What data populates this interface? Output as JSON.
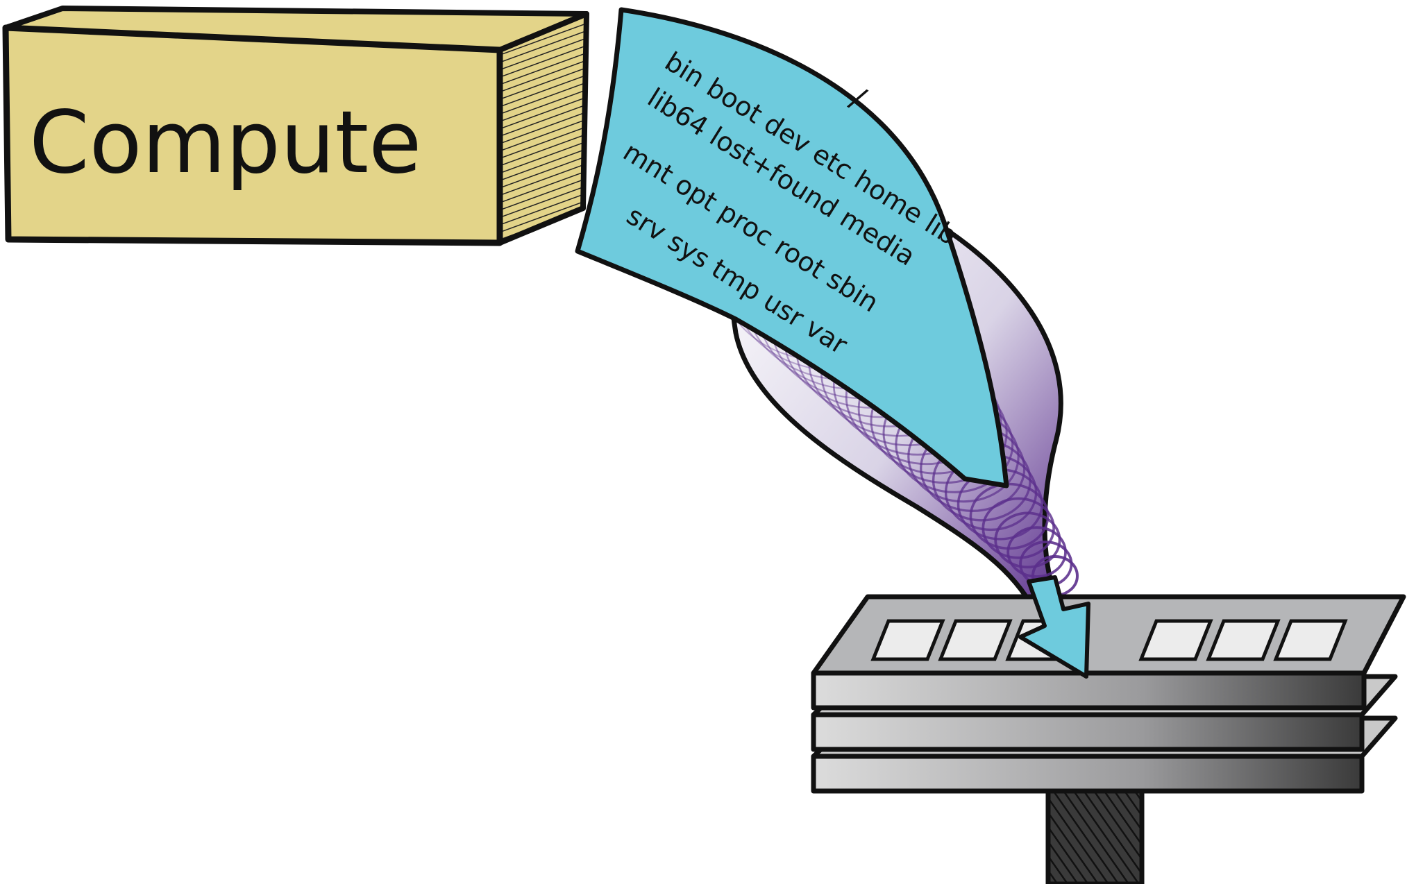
{
  "compute": {
    "label": "Compute",
    "face_color": "#e3d489",
    "side_color": "#d9c878"
  },
  "filesystem": {
    "root": "/",
    "lines": [
      "bin boot dev etc home lib",
      "lib64 lost+found media",
      "mnt opt proc root sbin",
      "srv sys tmp usr var"
    ],
    "sheet_color": "#6ecbdd"
  },
  "tunnel": {
    "color": "#5b2f8c"
  },
  "storage": {
    "plate_color": "#b5b6b8",
    "chip_color": "#ececec",
    "post_color": "#2b2b2b"
  }
}
